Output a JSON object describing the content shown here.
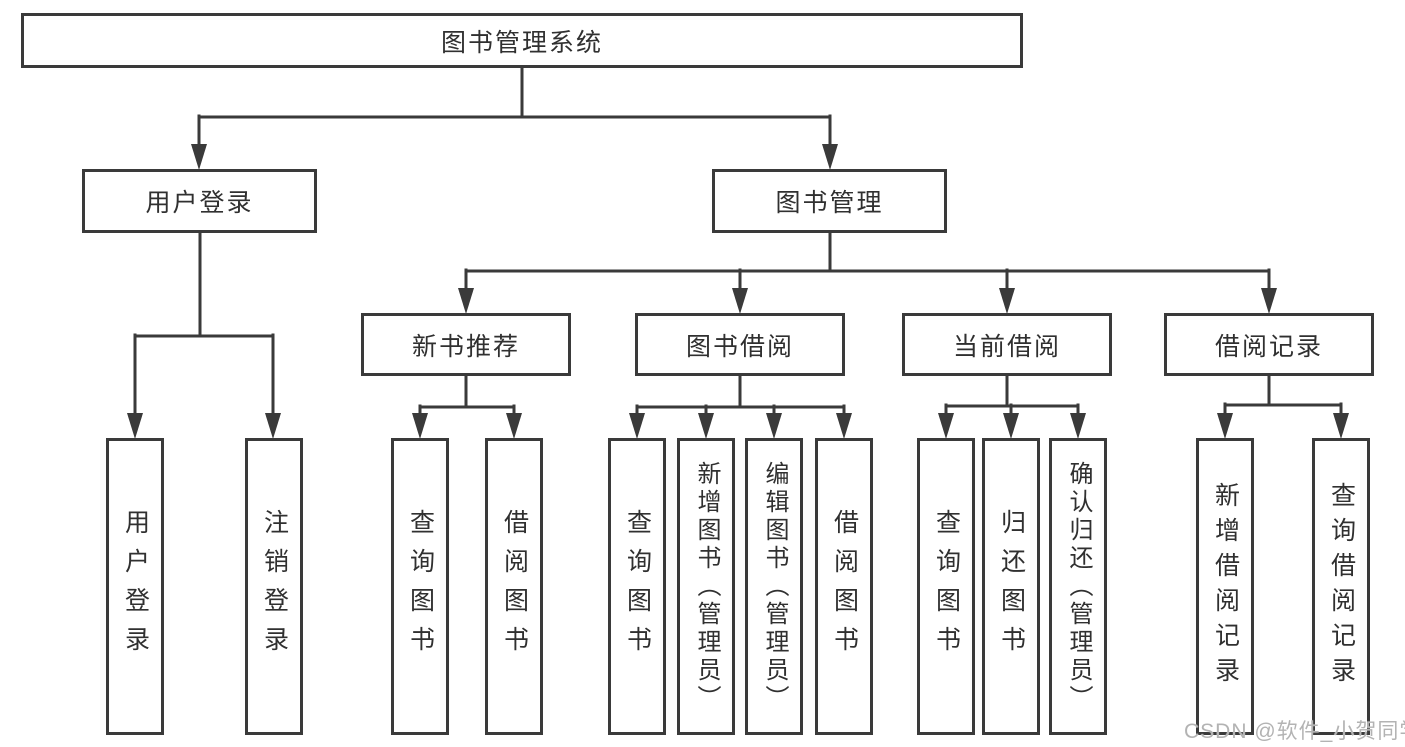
{
  "diagram": {
    "root": {
      "label": "图书管理系统"
    },
    "branches": [
      {
        "label": "用户登录",
        "children": [
          {
            "label": "用户登录"
          },
          {
            "label": "注销登录"
          }
        ]
      },
      {
        "label": "图书管理",
        "children": [
          {
            "label": "新书推荐",
            "children": [
              {
                "label": "查询图书"
              },
              {
                "label": "借阅图书"
              }
            ]
          },
          {
            "label": "图书借阅",
            "children": [
              {
                "label": "查询图书"
              },
              {
                "label": "新增图书（管理员）"
              },
              {
                "label": "编辑图书（管理员）"
              },
              {
                "label": "借阅图书"
              }
            ]
          },
          {
            "label": "当前借阅",
            "children": [
              {
                "label": "查询图书"
              },
              {
                "label": "归还图书"
              },
              {
                "label": "确认归还（管理员）"
              }
            ]
          },
          {
            "label": "借阅记录",
            "children": [
              {
                "label": "新增借阅记录"
              },
              {
                "label": "查询借阅记录"
              }
            ]
          }
        ]
      }
    ]
  },
  "watermark": {
    "text": "CSDN @软件_小贺同学"
  },
  "colors": {
    "line": "#3a3a3a",
    "box_border": "#3a3a3a",
    "text": "#303030",
    "watermark": "#b3b3b3",
    "background": "#ffffff"
  }
}
